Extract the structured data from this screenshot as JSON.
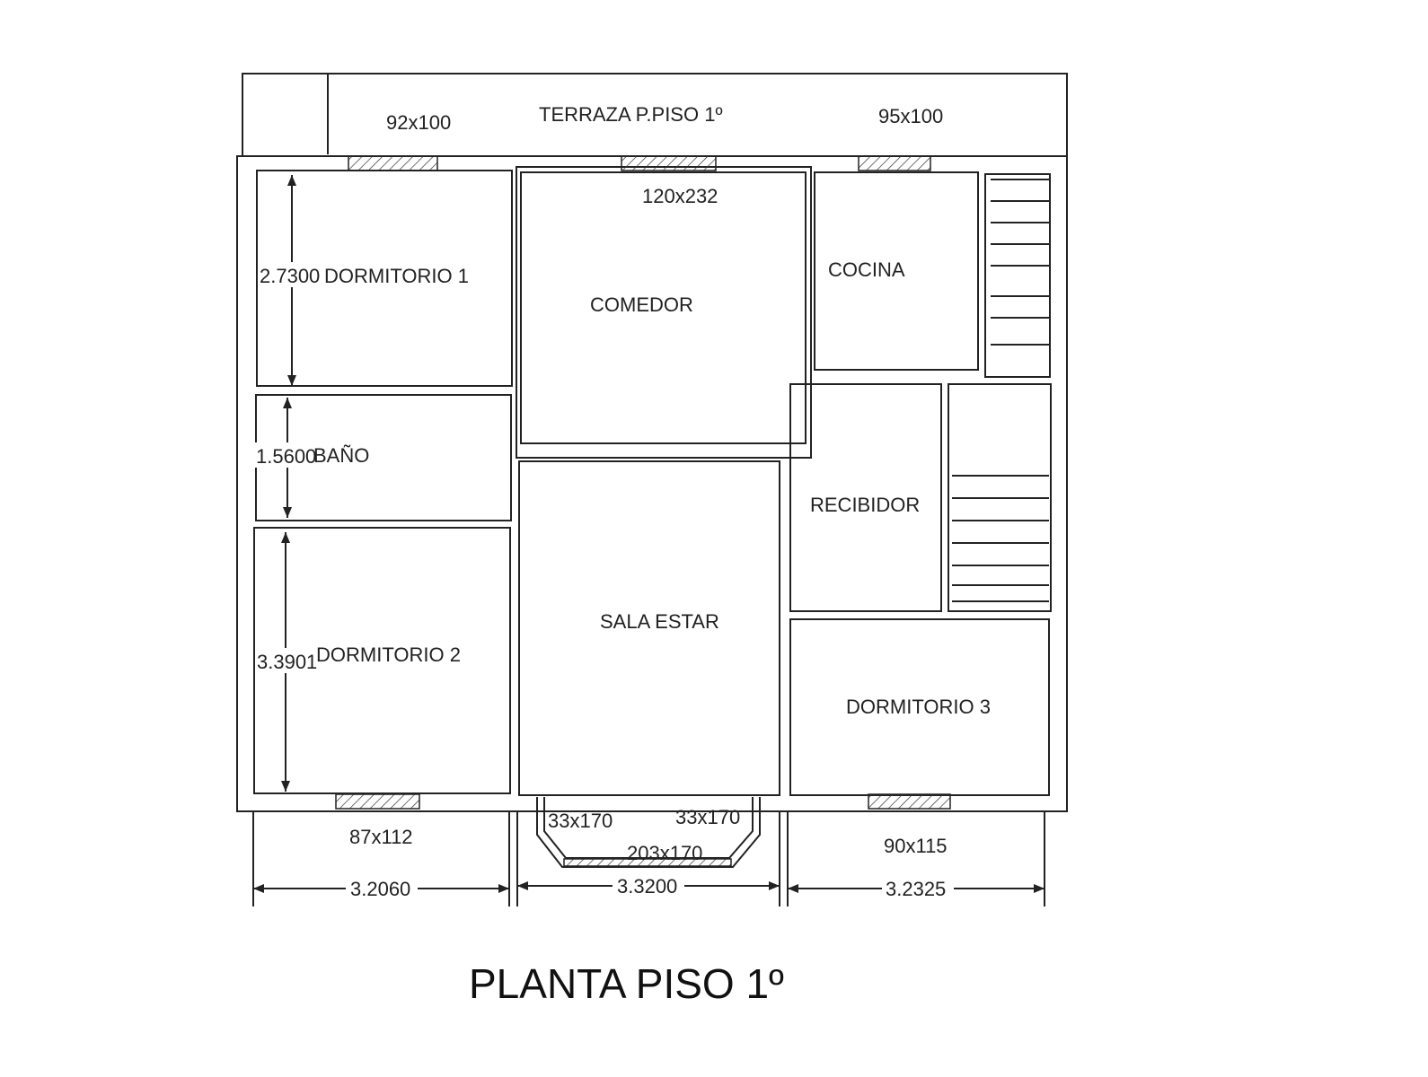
{
  "plan": {
    "title": "PLANTA PISO 1º",
    "rooms": {
      "terraza": "TERRAZA P.PISO 1º",
      "dormitorio1": "DORMITORIO 1",
      "comedor": "COMEDOR",
      "cocina": "COCINA",
      "bano": "BAÑO",
      "recibidor": "RECIBIDOR",
      "sala_estar": "SALA ESTAR",
      "dormitorio2": "DORMITORIO 2",
      "dormitorio3": "DORMITORIO 3"
    },
    "openings": {
      "w_terraza_left": "92x100",
      "w_terraza_right": "95x100",
      "door_comedor": "120x232",
      "w_dorm2": "87x112",
      "w_bay_left": "33x170",
      "w_bay_right": "33x170",
      "w_bay_center": "203x170",
      "w_dorm3": "90x115"
    },
    "dimensions": {
      "dorm1_height": "2.7300",
      "bano_height": "1.5600",
      "dorm2_height": "3.3901",
      "width_left": "3.2060",
      "width_center": "3.3200",
      "width_right": "3.2325"
    }
  }
}
